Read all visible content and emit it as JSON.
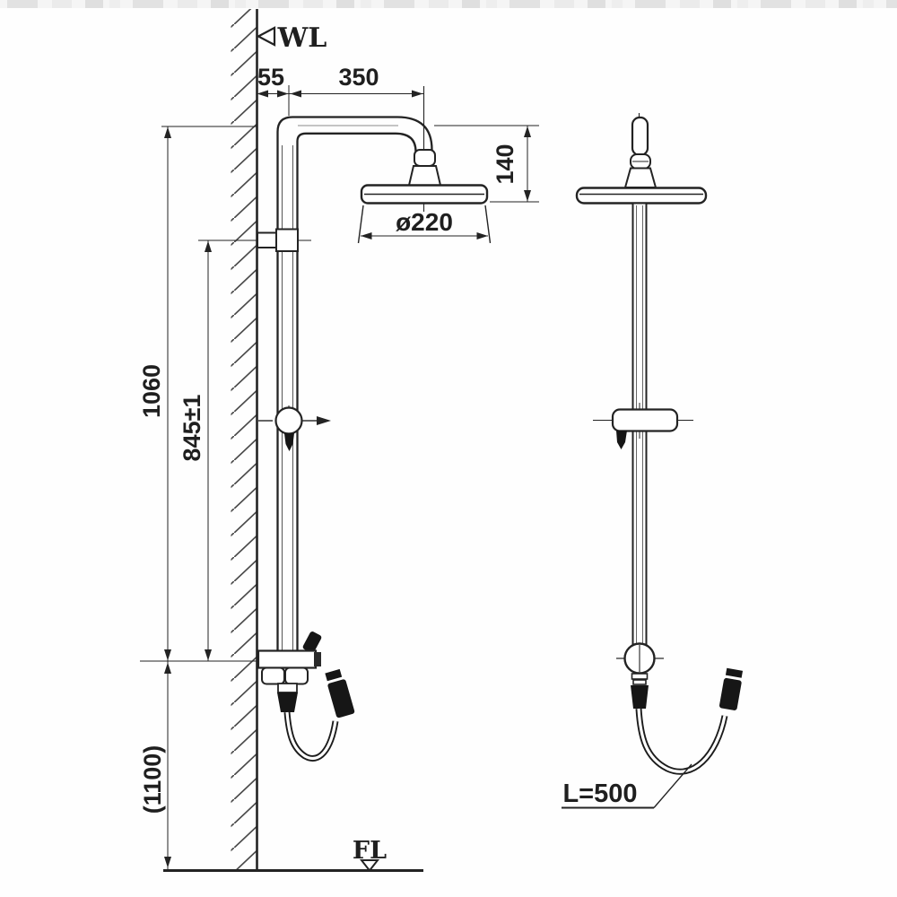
{
  "labels": {
    "water_line": "WL",
    "floor_line": "FL",
    "hose_length": "L=500"
  },
  "dimensions": {
    "wall_to_rail": "55",
    "rail_to_head_center": "350",
    "head_drop": "140",
    "head_diameter": "ø220",
    "arm_above_valve": "1060",
    "bracket_above_valve": "845±1",
    "valve_above_floor": "(1100)"
  },
  "colors": {
    "line": "#232323",
    "hatch": "#4a4a4a",
    "dark_fill": "#161616",
    "background": "#fefefe"
  }
}
